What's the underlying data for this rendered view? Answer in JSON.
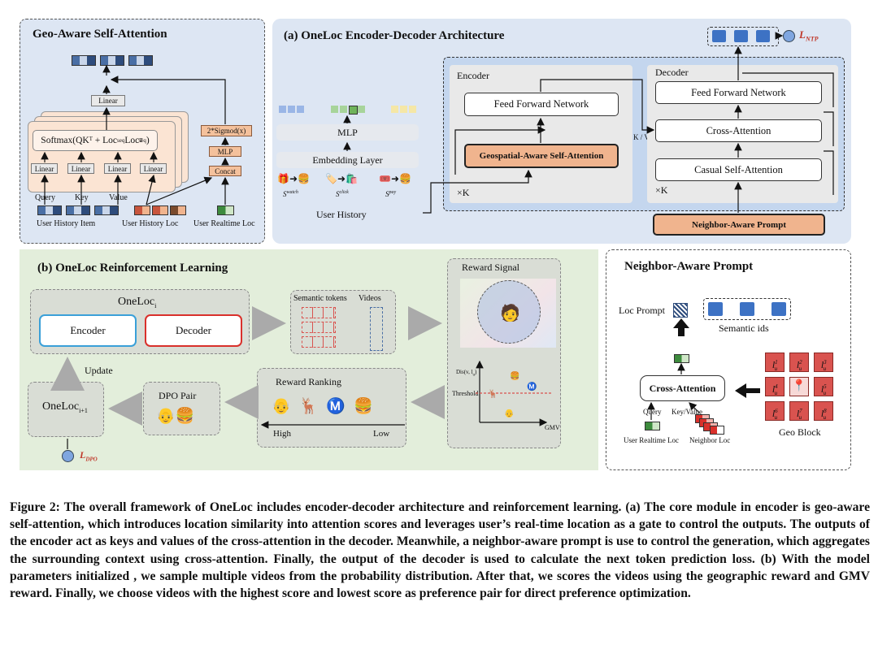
{
  "geo": {
    "title": "Geo-Aware Self-Attention",
    "linear_top": "Linear",
    "softmax": "Softmax(QKᵀ + Loc",
    "softmax_sub": "seq",
    "softmax_mid": "Loc",
    "softmax_sup": "T",
    "softmax_sub2": "seq",
    "softmax_end": ")",
    "linear": "Linear",
    "sigmod": "2*Sigmod(x)",
    "mlp": "MLP",
    "concat": "Concat",
    "query": "Query",
    "key": "Key",
    "value": "Value",
    "user_history_item": "User History Item",
    "user_history_loc": "User History Loc",
    "user_realtime_loc": "User Realtime Loc"
  },
  "arch": {
    "title": "(a) OneLoc Encoder-Decoder Architecture",
    "loss": "L",
    "loss_sub": "NTP",
    "mlp": "MLP",
    "embedding": "Embedding Layer",
    "s_watch": "S",
    "s_watch_sub": "watch",
    "s_click": "S",
    "s_click_sub": "click",
    "s_pay": "S",
    "s_pay_sub": "pay",
    "user_history": "User History",
    "encoder": "Encoder",
    "ffn": "Feed Forward Network",
    "geo_sa": "Geospatial-Aware Self-Attention",
    "xk": "×K",
    "kv": "K / V",
    "decoder": "Decoder",
    "dec_ffn": "Feed Forward Network",
    "cross": "Cross-Attention",
    "causal": "Casual Self-Attention",
    "dec_xk": "×K",
    "nap": "Neighbor-Aware Prompt"
  },
  "rl": {
    "title": "(b) OneLoc Reinforcement Learning",
    "oneloc_i": "OneLoc",
    "oneloc_i_sub": "i",
    "encoder": "Encoder",
    "decoder": "Decoder",
    "semantic_tokens": "Semantic tokens",
    "videos": "Videos",
    "reward_signal": "Reward Signal",
    "update": "Update",
    "dpo_pair": "DPO Pair",
    "oneloc_next": "OneLoc",
    "oneloc_next_sub": "i+1",
    "reward_ranking": "Reward Ranking",
    "high": "High",
    "low": "Low",
    "dis": "Dis(v, l",
    "dis_sub": "u",
    "dis_end": ")",
    "threshold": "Threshold",
    "gmv": "GMV",
    "loss": "L",
    "loss_sub": "DPO"
  },
  "nap": {
    "title": "Neighbor-Aware Prompt",
    "loc_prompt": "Loc Prompt",
    "semantic_ids": "Semantic ids",
    "cross": "Cross-Attention",
    "query": "Query",
    "keyvalue": "Key/Value",
    "realtime": "User Realtime Loc",
    "neighbor": "Neighbor Loc",
    "geo_block": "Geo Block",
    "cells": [
      {
        "l": "l",
        "sup": "1",
        "sub": "u"
      },
      {
        "l": "l",
        "sup": "2",
        "sub": "u"
      },
      {
        "l": "l",
        "sup": "3",
        "sub": "u"
      },
      {
        "l": "l",
        "sup": "4",
        "sub": "u"
      },
      {
        "l": "",
        "sup": "",
        "sub": ""
      },
      {
        "l": "l",
        "sup": "5",
        "sub": "u"
      },
      {
        "l": "l",
        "sup": "6",
        "sub": "u"
      },
      {
        "l": "l",
        "sup": "7",
        "sub": "u"
      },
      {
        "l": "l",
        "sup": "8",
        "sub": "u"
      }
    ]
  },
  "caption": "Figure 2: The overall framework of OneLoc includes encoder-decoder architecture and reinforcement learning. (a) The core module in encoder is geo-aware self-attention, which introduces location similarity into attention scores and leverages user’s real-time location as a gate to control the outputs. The outputs of the encoder act as keys and values of the cross-attention in the decoder. Meanwhile, a neighbor-aware prompt is use to control the generation, which aggregates the surrounding context using cross-attention. Finally, the output of the decoder is used to calculate the next token prediction loss. (b) With the model parameters initialized , we sample multiple videos from the probability distribution. After that, we scores the videos using the geographic reward and GMV reward. Finally, we choose videos with the highest score and lowest score as preference pair for direct preference optimization.",
  "colors": {
    "panel_blue": "#dde6f3",
    "panel_green": "#e3eedb",
    "orange": "#f0b48e",
    "token_blue": "#3d72c4",
    "loss_red": "#c0392b",
    "cell_red": "#d9534f"
  }
}
